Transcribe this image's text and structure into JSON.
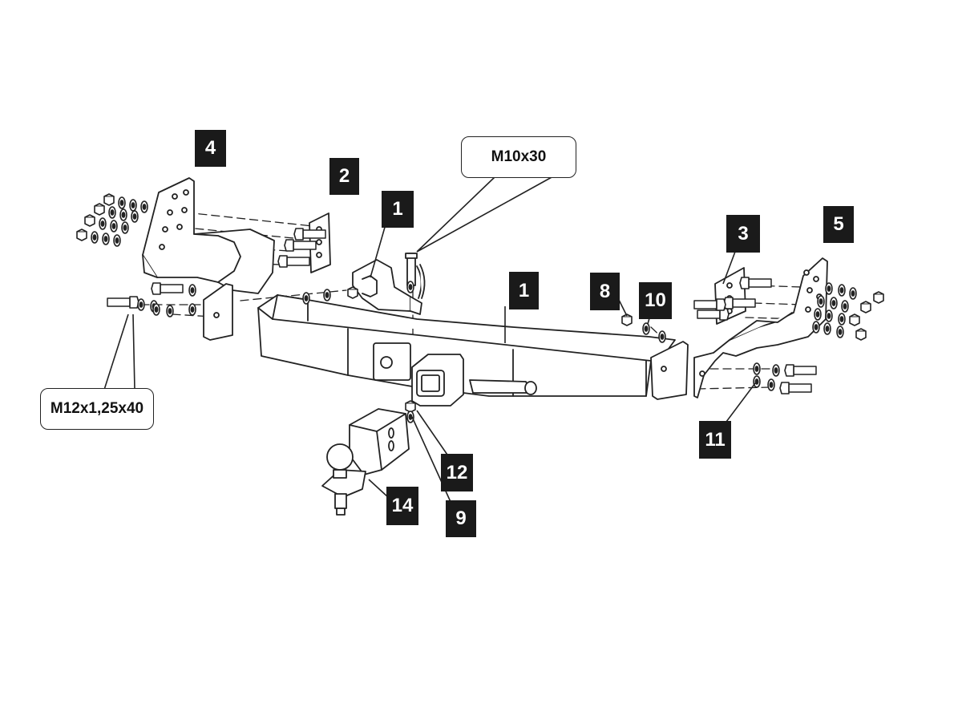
{
  "labels": {
    "p4": "4",
    "p2": "2",
    "p1_socket": "1",
    "p1_bar": "1",
    "p3": "3",
    "p5": "5",
    "p8": "8",
    "p10": "10",
    "p11": "11",
    "p12": "12",
    "p9": "9",
    "p14": "14"
  },
  "callouts": {
    "bolt_top": "M10x30",
    "bolt_left": "M12x1,25x40"
  },
  "colors": {
    "label_bg": "#1a1a1a",
    "label_text": "#ffffff",
    "line": "#222222",
    "part_fill": "#ffffff"
  }
}
